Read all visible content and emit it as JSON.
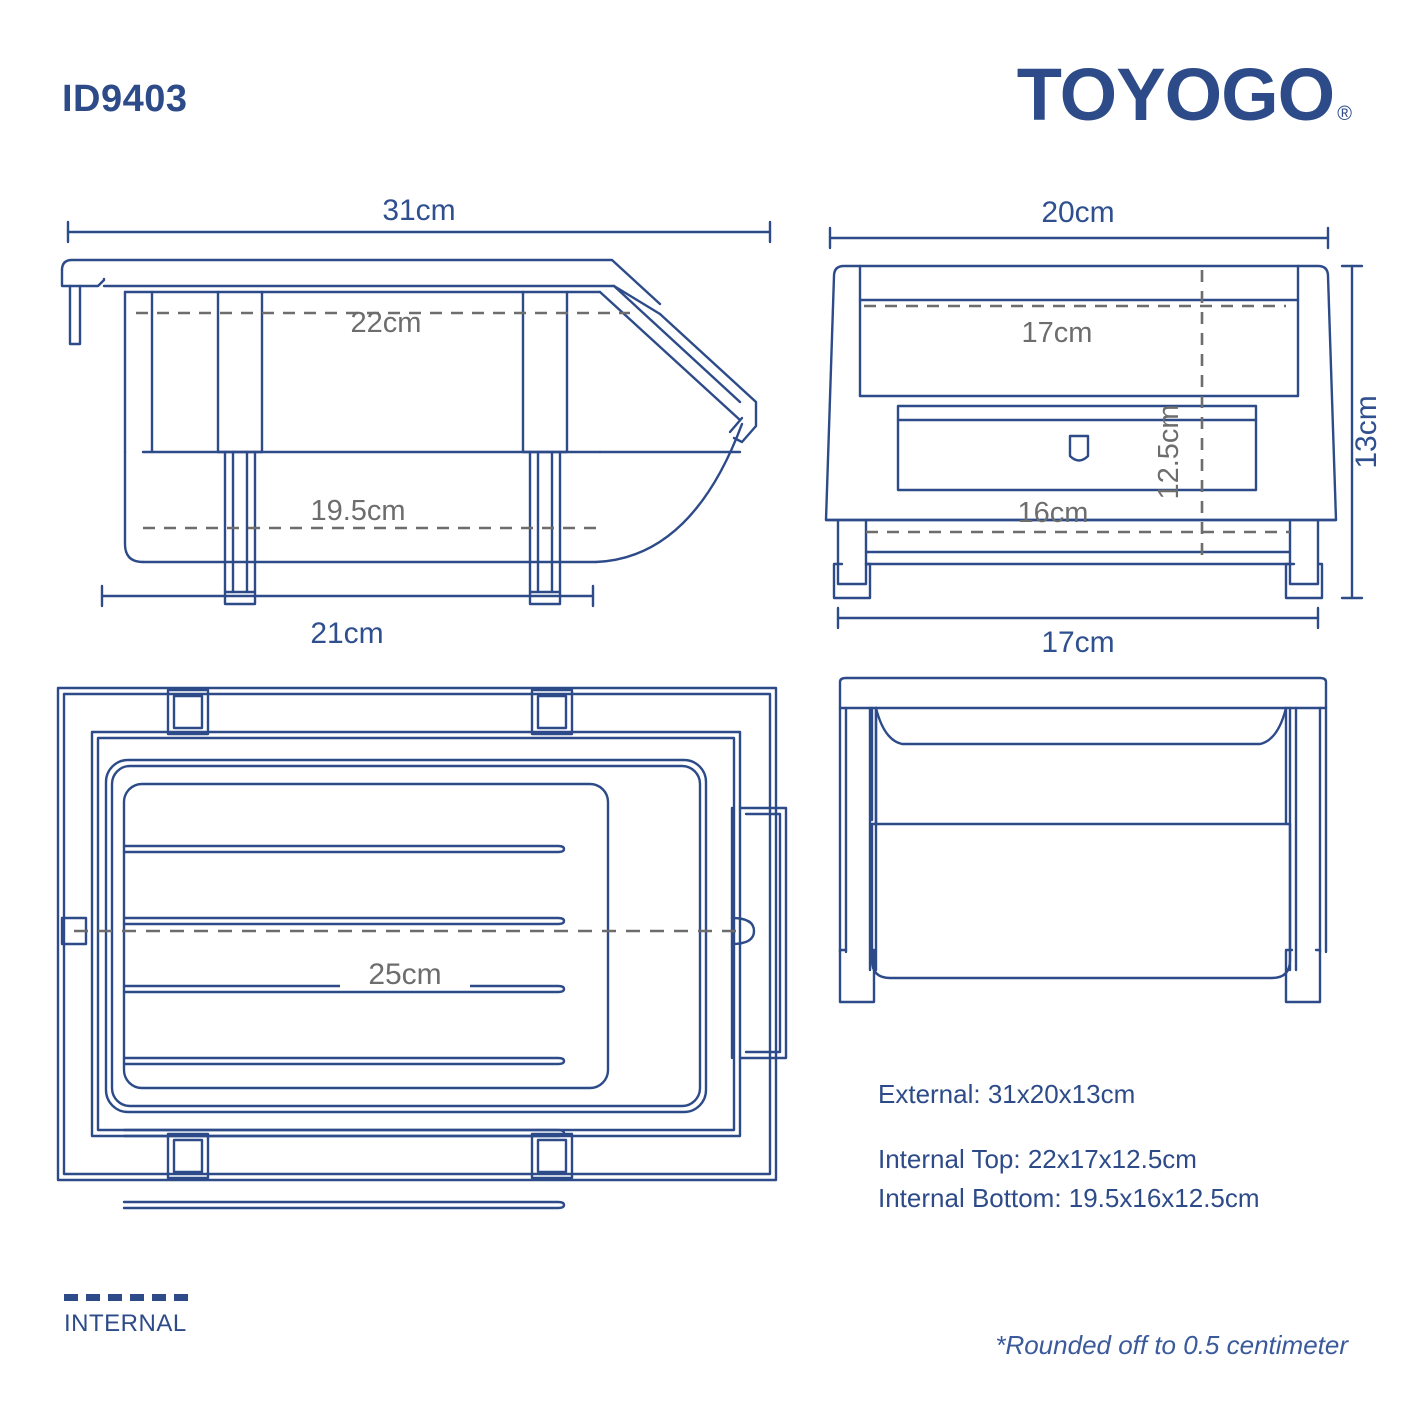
{
  "header": {
    "product_code": "ID9403",
    "brand": "TOYOGO",
    "brand_trademark": "®"
  },
  "colors": {
    "line": "#2d4b89",
    "brand_blue": "#2d4b89",
    "external_label": "#2f4f8f",
    "internal_label": "#6d6d6d",
    "background": "#ffffff"
  },
  "views": {
    "side": {
      "name": "side-view",
      "dimensions": {
        "top_width": "31cm",
        "internal_top_width": "22cm",
        "internal_bottom_width": "19.5cm",
        "bottom_width": "21cm"
      }
    },
    "end": {
      "name": "end-view",
      "dimensions": {
        "top_width": "20cm",
        "internal_top_width": "17cm",
        "internal_height": "12.5cm",
        "internal_bottom_width": "16cm",
        "external_height": "13cm",
        "bottom_width": "17cm"
      }
    },
    "top": {
      "name": "top-view",
      "dimensions": {
        "internal_length": "25cm"
      }
    },
    "rear": {
      "name": "rear-view",
      "dimensions": {}
    }
  },
  "specs": {
    "external": "External: 31x20x13cm",
    "internal_top": "Internal Top: 22x17x12.5cm",
    "internal_bottom": "Internal Bottom: 19.5x16x12.5cm"
  },
  "legend": {
    "dashed_label": "INTERNAL"
  },
  "footnote": "*Rounded off to 0.5 centimeter"
}
